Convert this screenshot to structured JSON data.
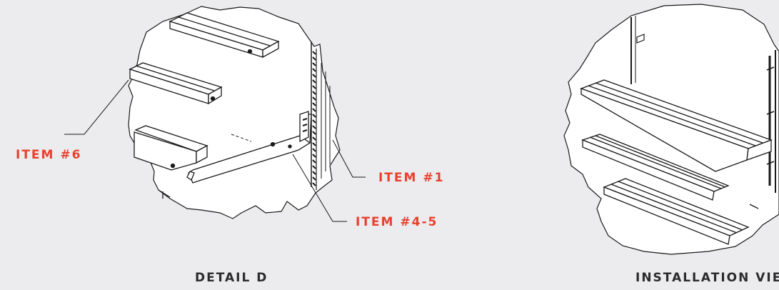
{
  "colors": {
    "background": "#ecebee",
    "callout": "#e8412e",
    "caption": "#2b2b2b",
    "line": "#1a1a1a",
    "panel": "#ffffff"
  },
  "callouts": {
    "item6": "ITEM #6",
    "item1": "ITEM #1",
    "item45": "ITEM #4-5"
  },
  "captions": {
    "detail": "DETAIL D",
    "installation": "INSTALLATION VIEW"
  }
}
